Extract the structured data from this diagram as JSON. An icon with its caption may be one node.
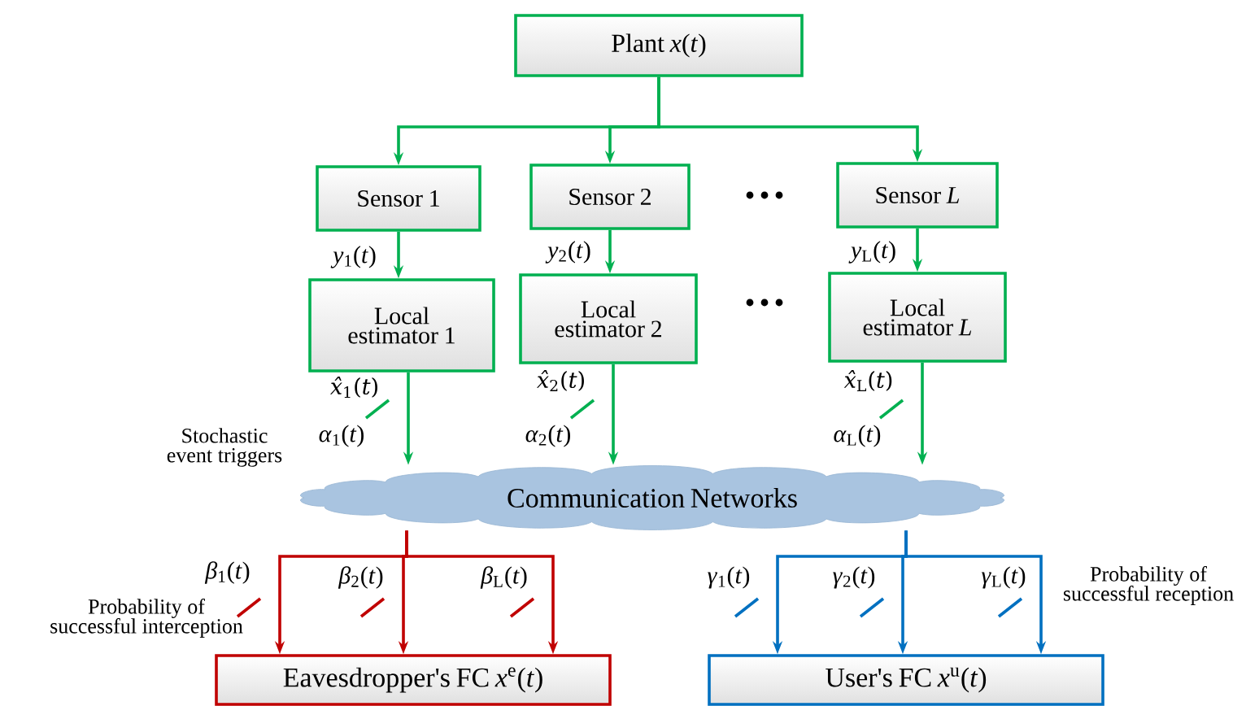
{
  "diagram": {
    "nodes": [
      {
        "text": [
          "Plant *x*(*t*)"
        ]
      },
      {
        "text": [
          "Sensor 1"
        ]
      },
      {
        "text": [
          "Sensor 2"
        ]
      },
      {
        "text": [
          "Sensor *L*"
        ]
      },
      {
        "text": [
          "Local estimator 1"
        ]
      },
      {
        "text": [
          "Local estimator 2"
        ]
      },
      {
        "text": [
          "Local estimator *L*"
        ]
      },
      {
        "text": [
          "Communication Networks"
        ]
      },
      {
        "text": [
          "Eavesdropper's FC *x*$^{e}$(*t*)"
        ]
      },
      {
        "text": [
          "User's FC *x*$^{u}$(*t*)"
        ]
      }
    ],
    "edges": [
      {
        "from": 0,
        "to": 1,
        "arrow": "to"
      },
      {
        "from": 0,
        "to": 2,
        "arrow": "to"
      },
      {
        "from": 0,
        "to": 3,
        "arrow": "to"
      },
      {
        "from": 1,
        "to": 4,
        "arrow": "to",
        "label": "*y*$_{1}$(*t*)"
      },
      {
        "from": 2,
        "to": 5,
        "arrow": "to",
        "label": "*y*$_{2}$(*t*)"
      },
      {
        "from": 3,
        "to": 6,
        "arrow": "to",
        "label": "*y*$_{L}$(*t*)"
      },
      {
        "from": 4,
        "to": 7,
        "arrow": "to",
        "label": "*x̂*$_{1}$(*t*)"
      },
      {
        "from": 5,
        "to": 7,
        "arrow": "to",
        "label": "*x̂*$_{2}$(*t*)"
      },
      {
        "from": 6,
        "to": 7,
        "arrow": "to",
        "label": "*x̂*$_{L}$(*t*)"
      },
      {
        "from": 7,
        "to": 8,
        "arrow": "to",
        "label": "*β*$_{1}$(*t*)",
        "color": "#c00000"
      },
      {
        "from": 7,
        "to": 8,
        "arrow": "to",
        "label": "*β*$_{2}$(*t*)",
        "color": "#c00000"
      },
      {
        "from": 7,
        "to": 8,
        "arrow": "to",
        "label": "*β*$_{L}$(*t*)",
        "color": "#c00000"
      },
      {
        "from": 7,
        "to": 9,
        "arrow": "to",
        "label": "*γ*$_{1}$(*t*)",
        "color": "#0070c0"
      },
      {
        "from": 7,
        "to": 9,
        "arrow": "to",
        "label": "*γ*$_{2}$(*t*)",
        "color": "#0070c0"
      },
      {
        "from": 7,
        "to": 9,
        "arrow": "to",
        "label": "*γ*$_{L}$(*t*)",
        "color": "#0070c0"
      }
    ],
    "labels": [
      "Stochastic event triggers",
      "*α*$_{1}$(*t*)",
      "*α*$_{2}$(*t*)",
      "*α*$_{L}$(*t*)",
      "Probability of successful interception",
      "Probability of successful reception"
    ]
  }
}
